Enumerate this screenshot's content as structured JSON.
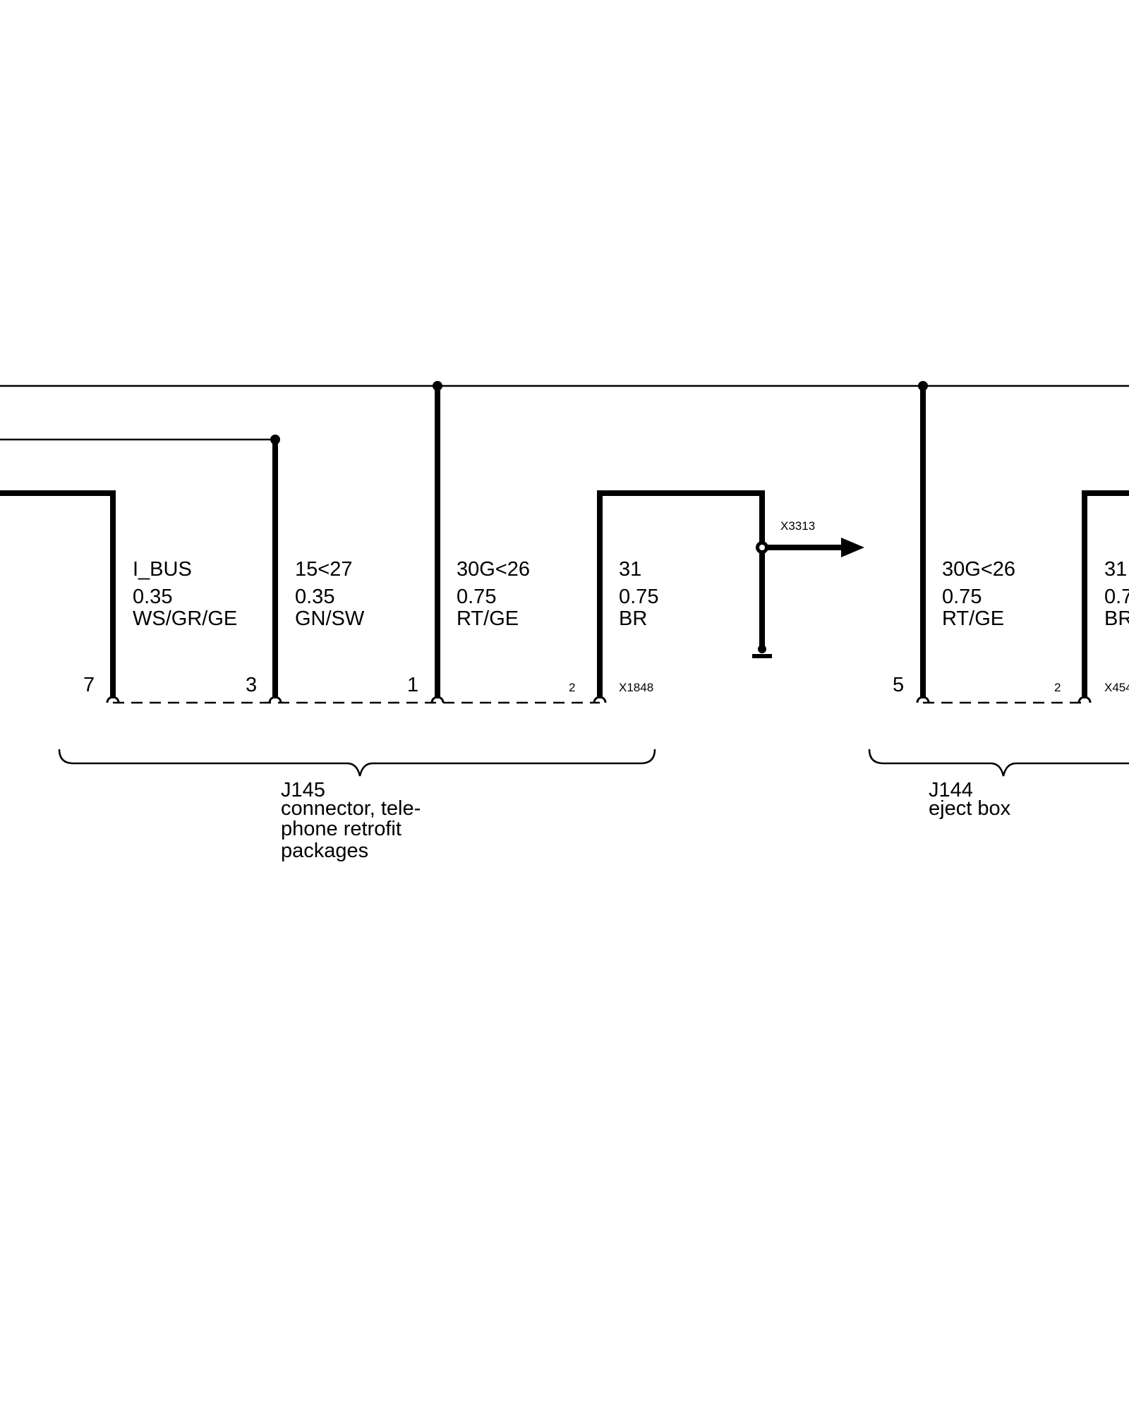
{
  "wires": [
    {
      "signal": "I_BUS",
      "gauge": "0.35",
      "color": "WS/GR/GE",
      "pin": "7"
    },
    {
      "signal": "15<27",
      "gauge": "0.35",
      "color": "GN/SW",
      "pin": "3"
    },
    {
      "signal": "30G<26",
      "gauge": "0.75",
      "color": "RT/GE",
      "pin": "1"
    },
    {
      "signal": "31",
      "gauge": "0.75",
      "color": "BR",
      "pin": "2"
    },
    {
      "signal": "30G<26",
      "gauge": "0.75",
      "color": "RT/GE",
      "pin": "5"
    },
    {
      "signal": "31",
      "gauge": "0.7",
      "color": "BR",
      "pin": "2"
    }
  ],
  "connectors": {
    "x1848": "X1848",
    "x3313": "X3313",
    "x454": "X454"
  },
  "components": {
    "j145": {
      "id": "J145",
      "lines": [
        "connector, tele-",
        "phone retrofit",
        "packages"
      ]
    },
    "j144": {
      "id": "J144",
      "lines": [
        "eject box"
      ]
    }
  }
}
